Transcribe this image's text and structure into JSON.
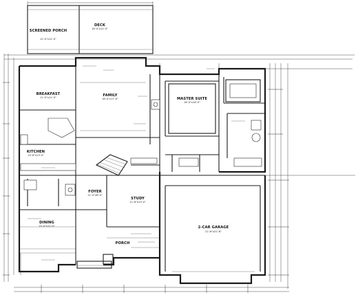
{
  "rooms": {
    "deck": {
      "name": "DECK",
      "dims": "16'-0\"x12'-0\""
    },
    "screened_porch": {
      "name": "SCREENED PORCH",
      "dims": "12'-0\"x12'-0\""
    },
    "breakfast": {
      "name": "BREAKFAST",
      "dims": "11'-0\"x11'-0\""
    },
    "family": {
      "name": "FAMILY",
      "dims": "18'-0\"x17'-0\""
    },
    "master_suite": {
      "name": "MASTER SUITE",
      "dims": "16'-0\"x16'-0\""
    },
    "kitchen": {
      "name": "KITCHEN",
      "dims": "13'-6\"x13'-0\""
    },
    "foyer": {
      "name": "FOYER",
      "dims": "11'-0\"x8'-0\""
    },
    "study": {
      "name": "STUDY",
      "dims": "11'-6\"x13'-0\""
    },
    "dining": {
      "name": "DINING",
      "dims": "13'-0\"x12'-0\""
    },
    "porch": {
      "name": "PORCH",
      "dims": ""
    },
    "garage": {
      "name": "2-CAR GARAGE",
      "dims": "21'-6\"x22'-6\""
    }
  }
}
